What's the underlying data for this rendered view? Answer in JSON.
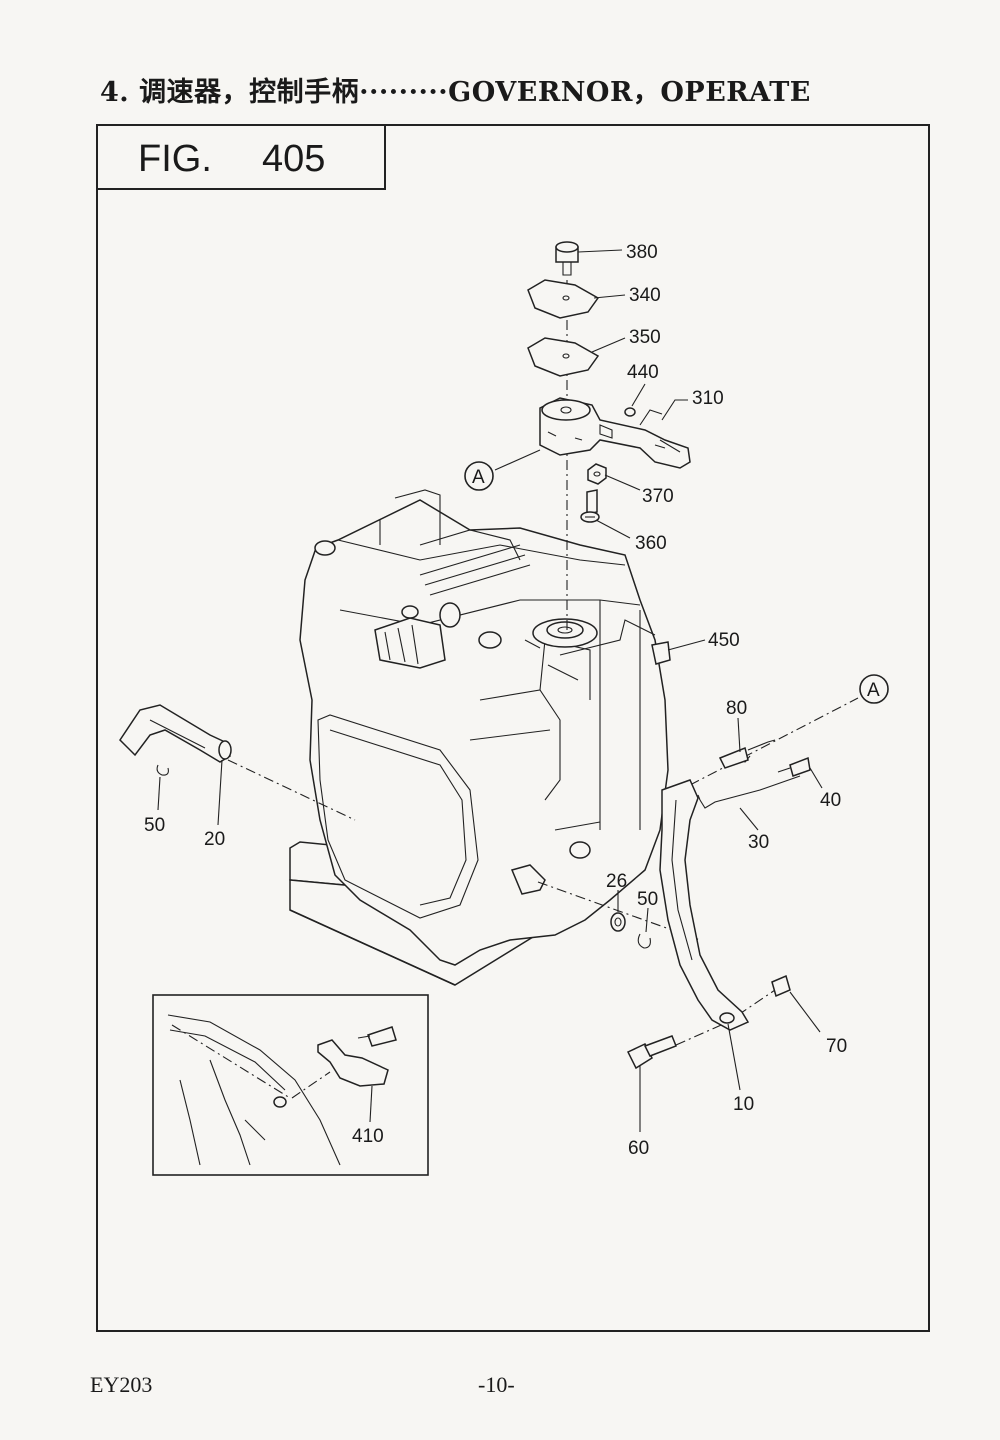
{
  "heading": "4. 调速器，控制手柄·········GOVERNOR，OPERATE",
  "figure": {
    "label": "FIG.",
    "number": "405"
  },
  "callouts": {
    "p380": "380",
    "p340": "340",
    "p350": "350",
    "p440": "440",
    "p310": "310",
    "refA1": "A",
    "p370": "370",
    "p360": "360",
    "p450": "450",
    "refA2": "A",
    "p80": "80",
    "p40": "40",
    "p30": "30",
    "p50a": "50",
    "p20": "20",
    "p26": "26",
    "p50b": "50",
    "p70": "70",
    "p10": "10",
    "p60": "60",
    "p410": "410"
  },
  "footer": {
    "model": "EY203",
    "page": "-10-"
  }
}
